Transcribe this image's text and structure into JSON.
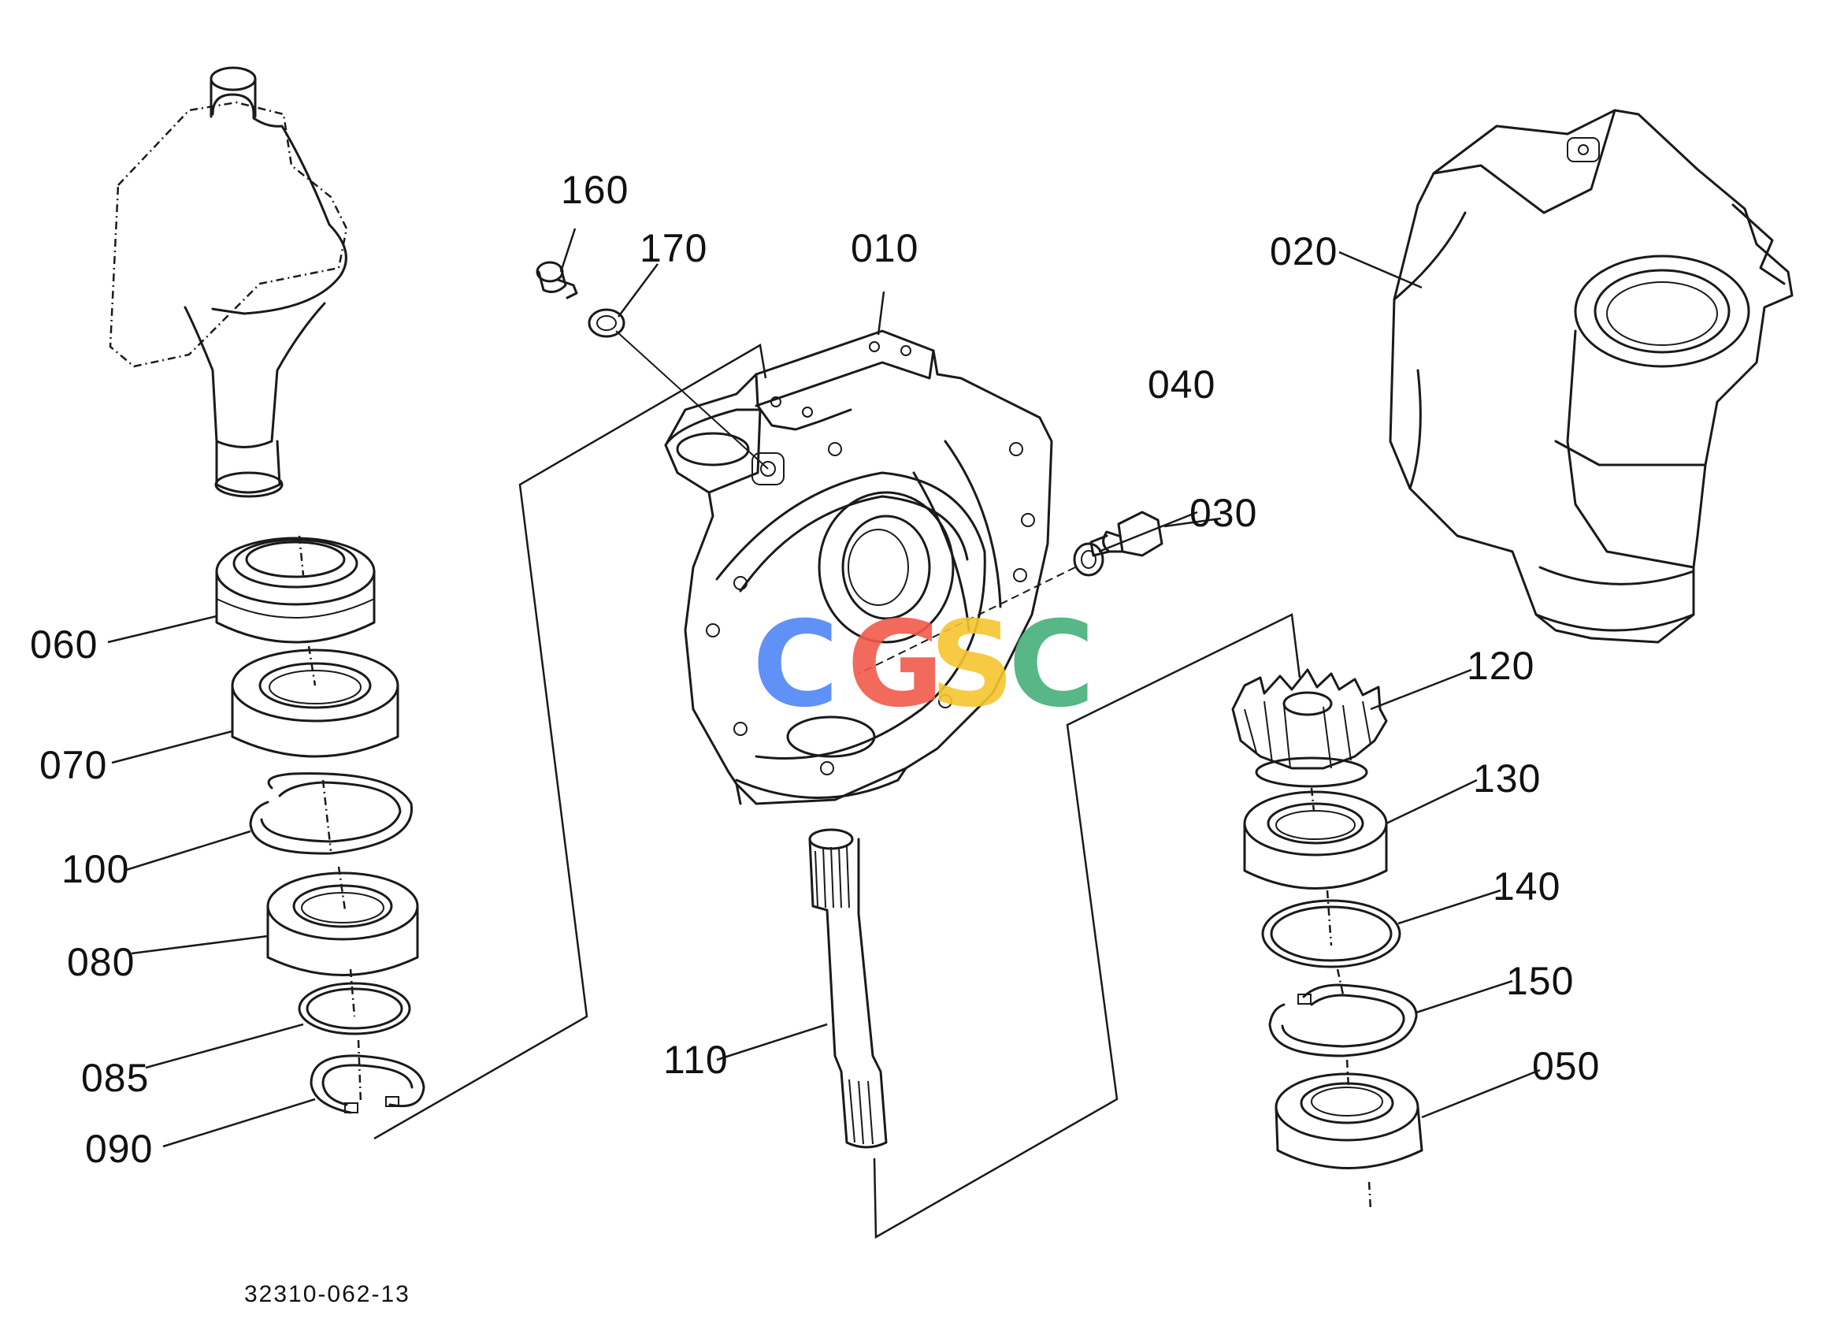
{
  "figure_code": "32310-062-13",
  "watermark": {
    "letters": [
      "C",
      "G",
      "S",
      "C"
    ],
    "colors": [
      "#4f86f7",
      "#f15a4a",
      "#f6c52f",
      "#45b07a"
    ]
  },
  "callouts": [
    {
      "id": "010",
      "text": "010"
    },
    {
      "id": "020",
      "text": "020"
    },
    {
      "id": "030",
      "text": "030"
    },
    {
      "id": "040",
      "text": "040"
    },
    {
      "id": "050",
      "text": "050"
    },
    {
      "id": "060",
      "text": "060"
    },
    {
      "id": "070",
      "text": "070"
    },
    {
      "id": "080",
      "text": "080"
    },
    {
      "id": "085",
      "text": "085"
    },
    {
      "id": "090",
      "text": "090"
    },
    {
      "id": "100",
      "text": "100"
    },
    {
      "id": "110",
      "text": "110"
    },
    {
      "id": "120",
      "text": "120"
    },
    {
      "id": "130",
      "text": "130"
    },
    {
      "id": "140",
      "text": "140"
    },
    {
      "id": "150",
      "text": "150"
    },
    {
      "id": "160",
      "text": "160"
    },
    {
      "id": "170",
      "text": "170"
    }
  ]
}
